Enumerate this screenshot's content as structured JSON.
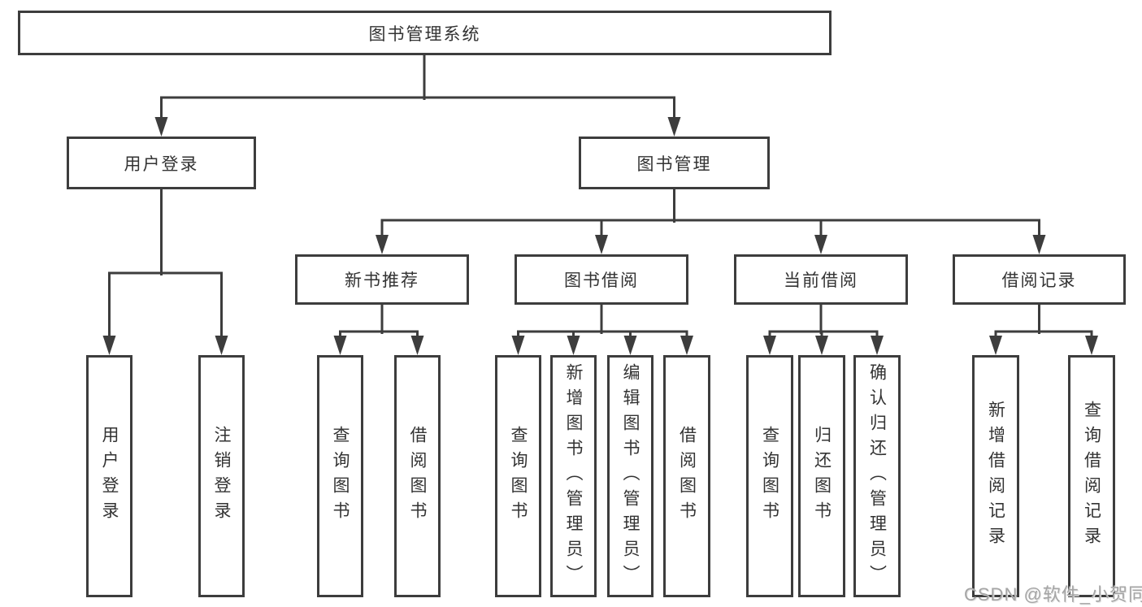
{
  "tree": {
    "label": "图书管理系统",
    "children": [
      {
        "label": "用户登录",
        "children": [
          {
            "label": "用户登录"
          },
          {
            "label": "注销登录"
          }
        ]
      },
      {
        "label": "图书管理",
        "children": [
          {
            "label": "新书推荐",
            "children": [
              {
                "label": "查询图书"
              },
              {
                "label": "借阅图书"
              }
            ]
          },
          {
            "label": "图书借阅",
            "children": [
              {
                "label": "查询图书"
              },
              {
                "label": "新增图书（管理员）"
              },
              {
                "label": "编辑图书（管理员）"
              },
              {
                "label": "借阅图书"
              }
            ]
          },
          {
            "label": "当前借阅",
            "children": [
              {
                "label": "查询图书"
              },
              {
                "label": "归还图书"
              },
              {
                "label": "确认归还（管理员）"
              }
            ]
          },
          {
            "label": "借阅记录",
            "children": [
              {
                "label": "新增借阅记录"
              },
              {
                "label": "查询借阅记录"
              }
            ]
          }
        ]
      }
    ]
  },
  "watermark": "CSDN @软件_小贺同学",
  "colors": {
    "line": "#3d3d3d",
    "text": "#333333",
    "watermark": "#a5a5a5",
    "background": "#ffffff"
  }
}
